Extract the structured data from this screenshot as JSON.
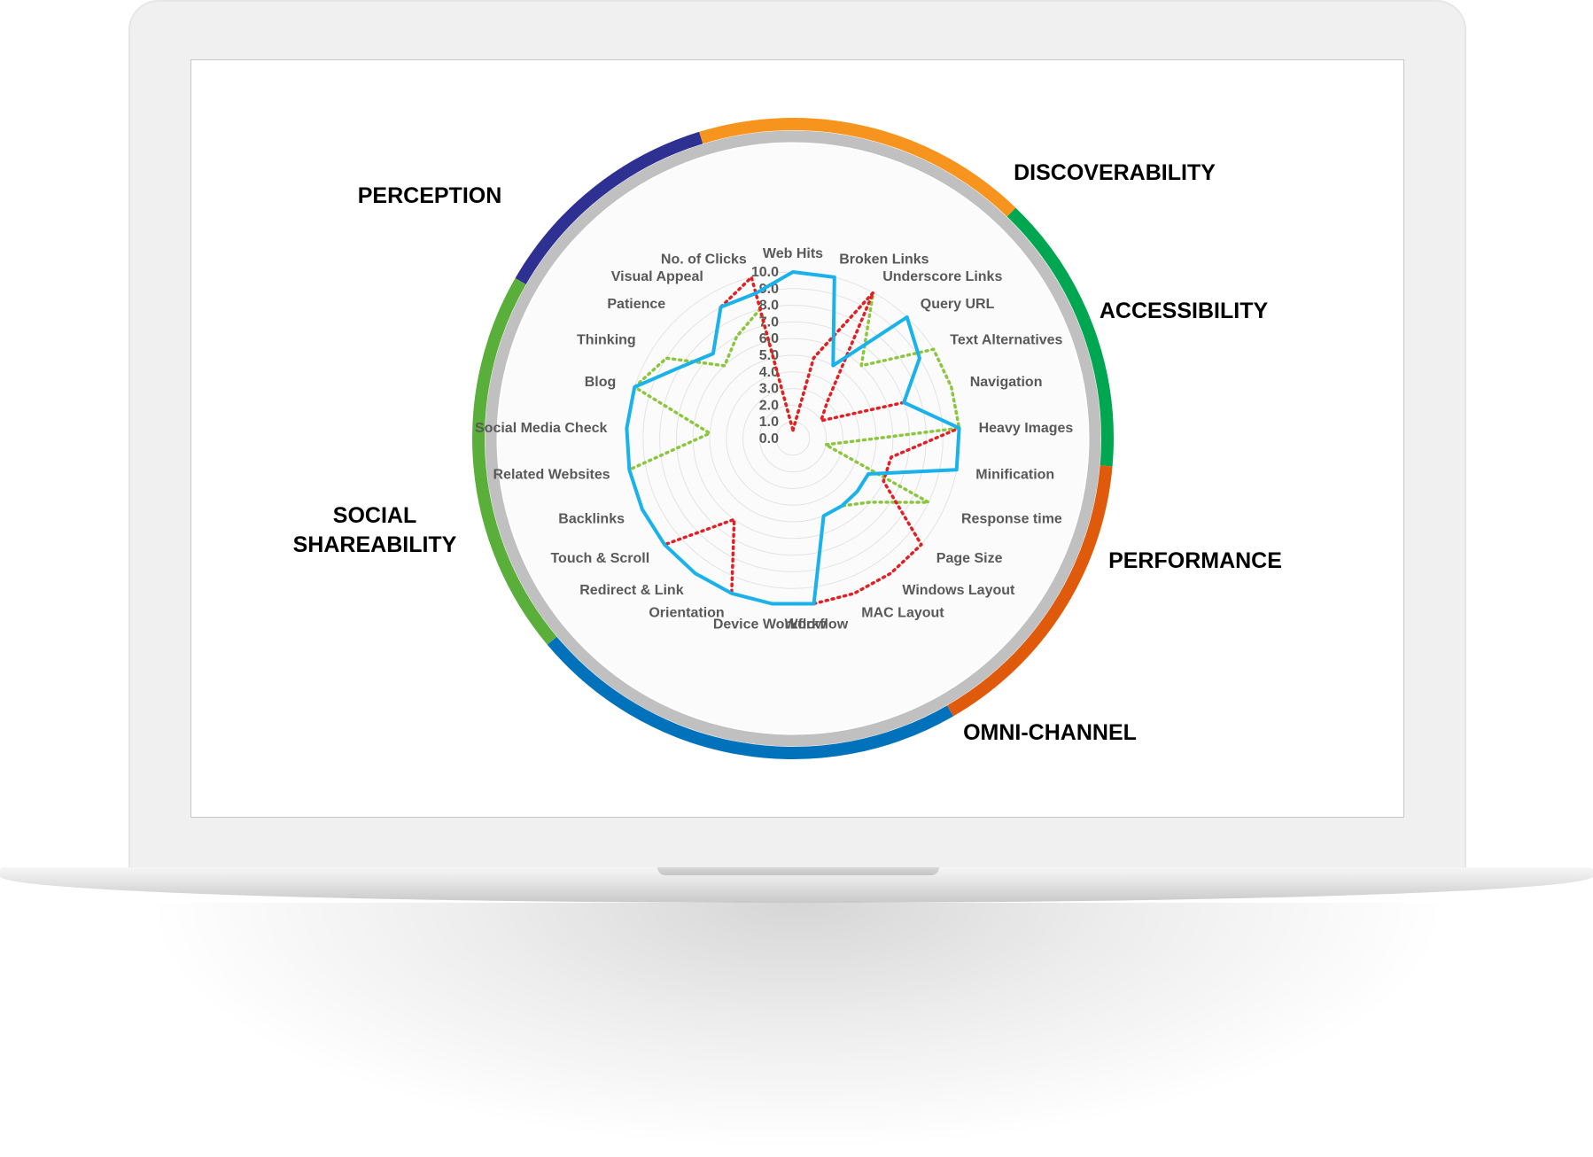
{
  "colors": {
    "perception": "#2e3192",
    "discoverability": "#f7941d",
    "accessibility": "#00a650",
    "performance": "#e05a0c",
    "omni_channel": "#0072bc",
    "social_shareability": "#5aaf3a",
    "inner_ring": "#c0c0c0",
    "series_solid": "#1ab2ea",
    "series_red": "#e31e24",
    "series_green": "#8cc63f"
  },
  "categories": {
    "perception": "PERCEPTION",
    "discoverability": "DISCOVERABILITY",
    "accessibility": "ACCESSIBILITY",
    "performance": "PERFORMANCE",
    "omni_channel": "OMNI-CHANNEL",
    "social_line1": "SOCIAL",
    "social_line2": "SHAREABILITY"
  },
  "chart_data": {
    "type": "radar",
    "categories": [
      "Web Hits",
      "Broken Links",
      "Underscore Links",
      "Query URL",
      "Text Alternatives",
      "Navigation",
      "Heavy Images",
      "Minification",
      "Response time",
      "Page Size",
      "Windows Layout",
      "MAC Layout",
      "Workflow",
      "Device Workflow",
      "Orientation",
      "Redirect & Link",
      "Touch & Scroll",
      "Backlinks",
      "Related Websites",
      "Social Media Check",
      "Blog",
      "Thinking",
      "Patience",
      "Visual Appeal",
      "No. of Clicks"
    ],
    "ticks": [
      "0.0",
      "1.0",
      "2.0",
      "3.0",
      "4.0",
      "5.0",
      "6.0",
      "7.0",
      "8.0",
      "9.0",
      "10.0"
    ],
    "rlim": [
      0,
      10
    ],
    "series": [
      {
        "values": [
          10,
          10,
          5,
          10,
          9,
          7,
          10,
          10,
          5,
          5,
          5,
          5,
          10,
          10,
          10,
          10,
          10,
          10,
          10,
          10,
          10,
          8,
          7,
          9,
          9
        ],
        "style": "solid"
      },
      {
        "values": [
          0.5,
          5,
          10,
          3,
          2,
          7,
          10,
          6,
          6,
          10,
          10,
          10,
          10,
          10,
          10,
          6,
          10,
          10,
          10,
          10,
          10,
          8,
          7,
          9,
          10
        ],
        "style": "dotted"
      },
      {
        "values": [
          0.5,
          5,
          10,
          6,
          10,
          10,
          10,
          2,
          9,
          6,
          5,
          5,
          10,
          10,
          10,
          10,
          10,
          10,
          10,
          5,
          10,
          9,
          6,
          7,
          8
        ],
        "style": "dotted"
      }
    ],
    "grid": true,
    "legend": "none"
  }
}
